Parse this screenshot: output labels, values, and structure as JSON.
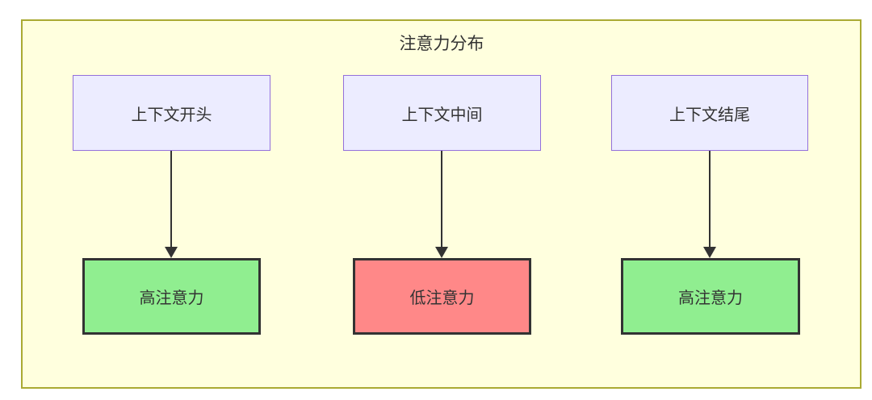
{
  "diagram": {
    "title": "注意力分布",
    "columns": [
      {
        "source": "上下文开头",
        "target": "高注意力",
        "level": "high"
      },
      {
        "source": "上下文中间",
        "target": "低注意力",
        "level": "low"
      },
      {
        "source": "上下文结尾",
        "target": "高注意力",
        "level": "high"
      }
    ],
    "colors": {
      "frame_background": "#FFFFDE",
      "frame_border": "#AAAA33",
      "source_fill": "#ECECFF",
      "source_border": "#9370DB",
      "high_attention_fill": "#90EE90",
      "low_attention_fill": "#FF8888",
      "target_border": "#333333",
      "arrow": "#333333",
      "text": "#333333"
    }
  }
}
